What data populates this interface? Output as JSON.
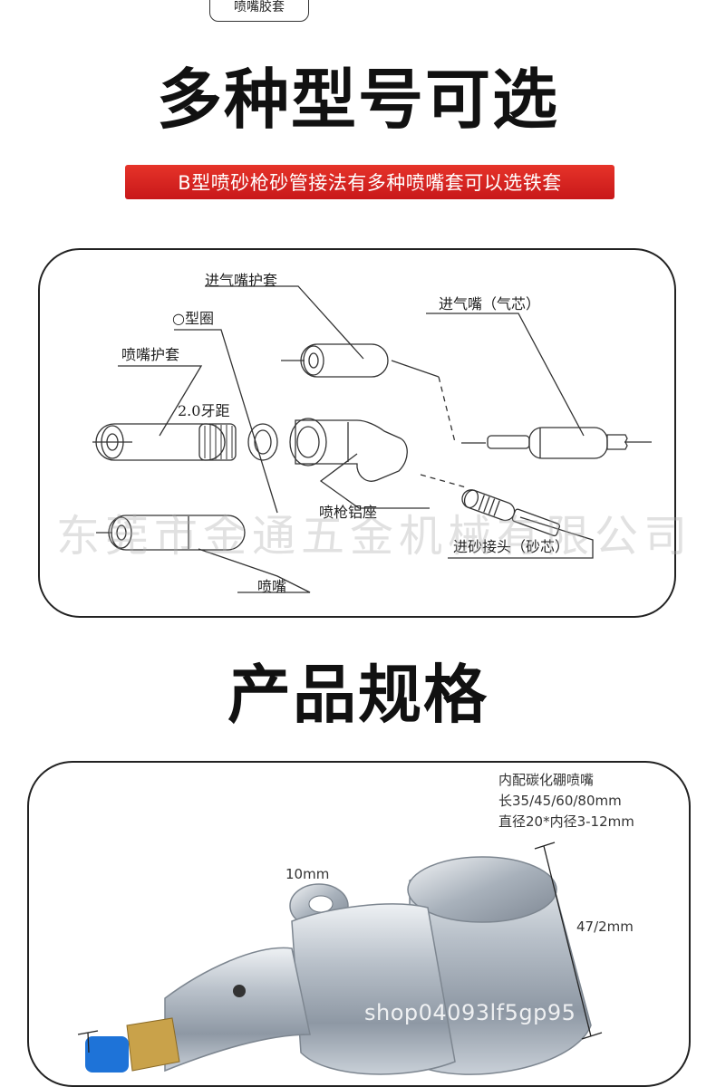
{
  "top_pill": {
    "label": "喷嘴胶套"
  },
  "section_1": {
    "title": "多种型号可选",
    "banner": "B型喷砂枪砂管接法有多种喷嘴套可以选铁套"
  },
  "diagram": {
    "labels": {
      "air_inlet_cover": "进气嘴护套",
      "o_ring": "○型圈",
      "air_inlet_core": "进气嘴（气芯）",
      "nozzle_cover": "喷嘴护套",
      "thread_pitch": "2.0牙距",
      "gun_base": "喷枪铝座",
      "sand_inlet": "进砂接头（砂芯）",
      "nozzle": "喷嘴"
    },
    "watermark": "东莞市金通五金机械有限公司"
  },
  "section_2": {
    "title": "产品规格"
  },
  "spec": {
    "lines": [
      "内配碳化硼喷嘴",
      "长35/45/60/80mm",
      "直径20*内径3-12mm"
    ],
    "dim_top": "10mm",
    "dim_side": "47/2mm",
    "watermark": "shop04093lf5gp95"
  },
  "colors": {
    "banner_red": "#d42322",
    "metal": "#b9c1ca"
  }
}
